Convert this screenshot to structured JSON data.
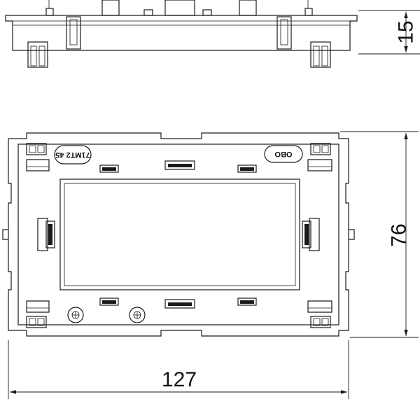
{
  "dimensions": {
    "height_side": "15",
    "height_front": "76",
    "width": "127"
  },
  "markings": {
    "part_code": "71MT2 45",
    "brand": "OBO"
  }
}
